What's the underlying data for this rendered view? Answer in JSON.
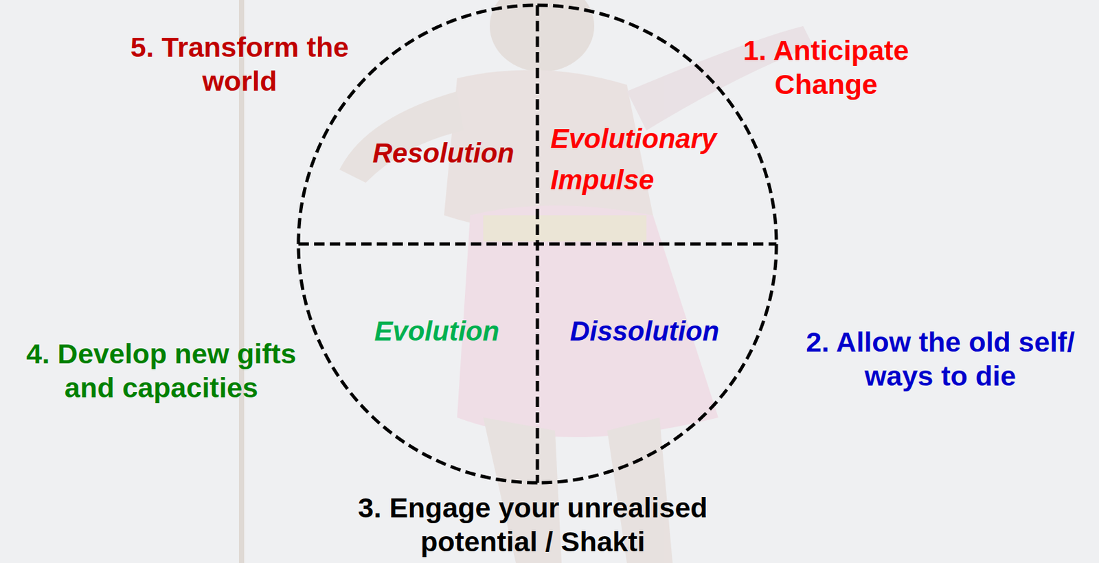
{
  "diagram": {
    "nodes": [
      {
        "text": [
          "Resolution"
        ]
      },
      {
        "text": [
          "Evolutionary Impulse"
        ]
      },
      {
        "text": [
          "Evolution"
        ]
      },
      {
        "text": [
          "Dissolution"
        ]
      }
    ],
    "labels": [
      "5. Transform the world",
      "1. Anticipate Change",
      "4. Develop new gifts and capacities",
      "2. Allow the old self/ ways to die",
      "3. Engage your unrealised potential / Shakti"
    ]
  }
}
